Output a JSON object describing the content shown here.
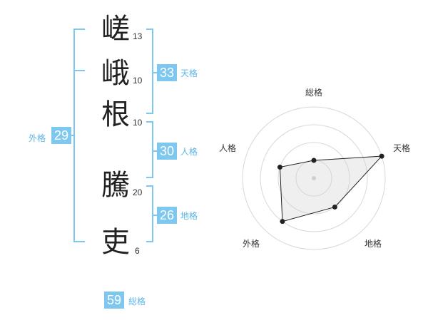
{
  "characters": [
    {
      "kanji": "嵯",
      "strokes": "13"
    },
    {
      "kanji": "峨",
      "strokes": "10"
    },
    {
      "kanji": "根",
      "strokes": "10"
    },
    {
      "kanji": "騰",
      "strokes": "20"
    },
    {
      "kanji": "吏",
      "strokes": "6"
    }
  ],
  "fortunes": {
    "tenkaku": {
      "value": "33",
      "label": "天格"
    },
    "jinkaku": {
      "value": "30",
      "label": "人格"
    },
    "chikaku": {
      "value": "26",
      "label": "地格"
    },
    "gaikaku": {
      "value": "29",
      "label": "外格"
    },
    "soukaku": {
      "value": "59",
      "label": "総格"
    }
  },
  "colors": {
    "accent": "#7ec8ef",
    "accent_text": "#5cb4e6"
  },
  "chart_data": {
    "type": "radar",
    "axes": [
      "総格",
      "天格",
      "地格",
      "外格",
      "人格"
    ],
    "values": [
      1,
      4,
      2,
      3,
      2
    ],
    "max": 4,
    "rings": 4
  }
}
